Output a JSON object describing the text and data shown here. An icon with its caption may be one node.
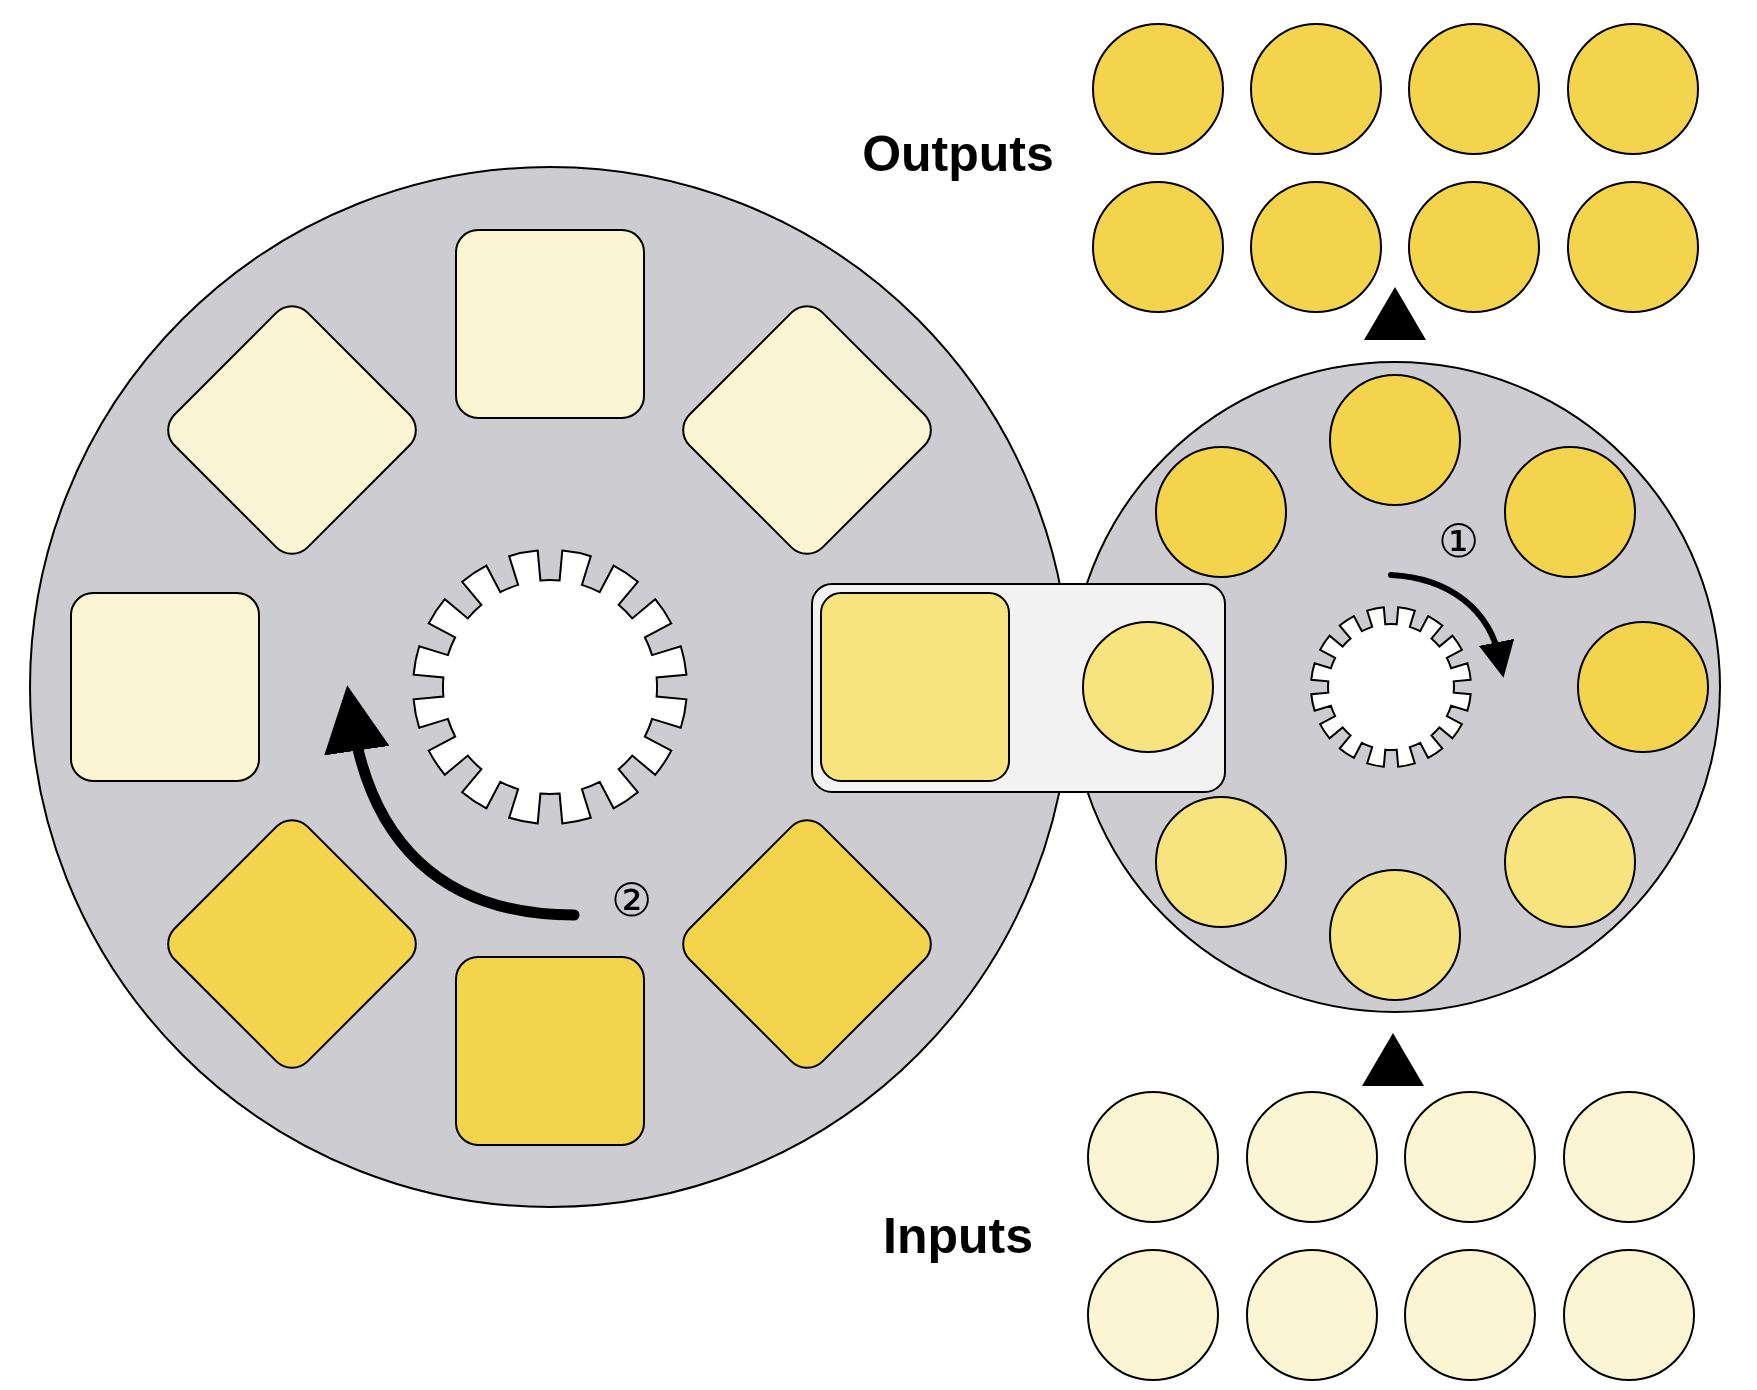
{
  "diagram": {
    "labels": [
      "Outputs",
      "①",
      "②",
      "Inputs"
    ]
  }
}
